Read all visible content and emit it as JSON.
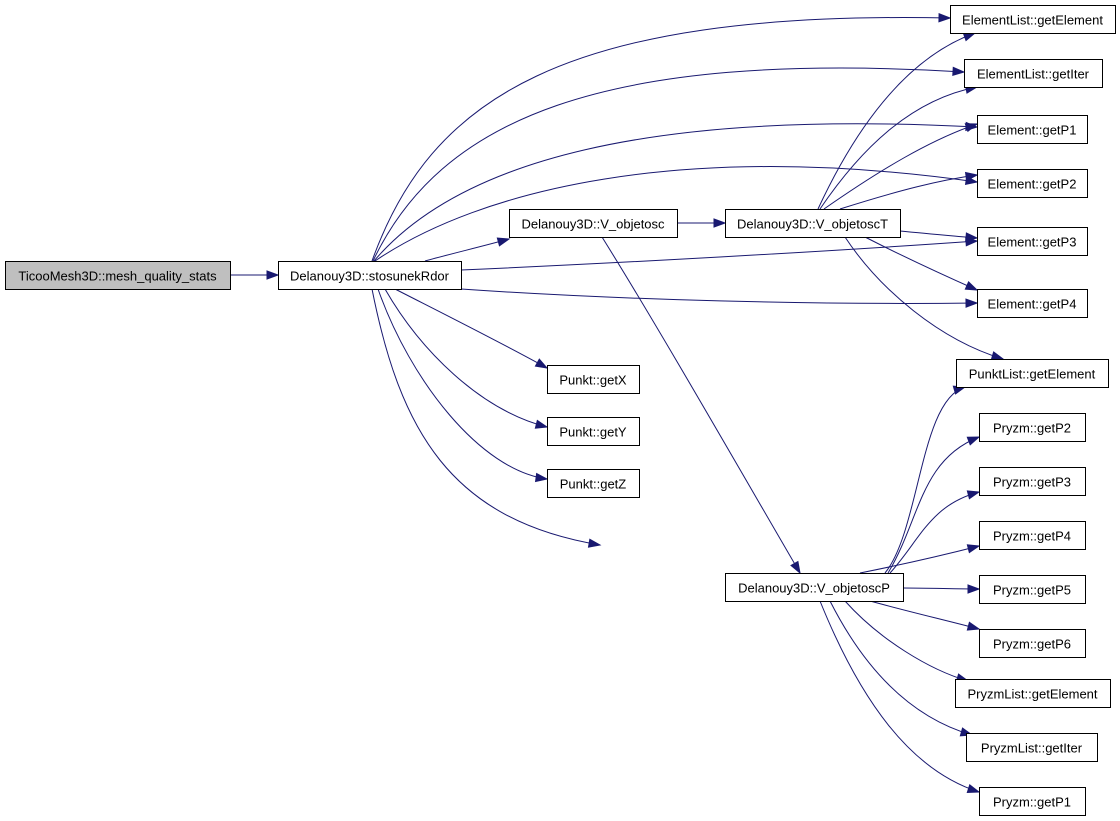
{
  "nodes": {
    "mesh_quality_stats": "TicooMesh3D::mesh_quality_stats",
    "stosunekRdor": "Delanouy3D::stosunekRdor",
    "V_objetosc": "Delanouy3D::V_objetosc",
    "V_objetoscT": "Delanouy3D::V_objetoscT",
    "V_objetoscP": "Delanouy3D::V_objetoscP",
    "EL_getElement": "ElementList::getElement",
    "EL_getIter": "ElementList::getIter",
    "E_getP1": "Element::getP1",
    "E_getP2": "Element::getP2",
    "E_getP3": "Element::getP3",
    "E_getP4": "Element::getP4",
    "PL_getElement": "PunktList::getElement",
    "P_getX": "Punkt::getX",
    "P_getY": "Punkt::getY",
    "P_getZ": "Punkt::getZ",
    "Pr_getP2": "Pryzm::getP2",
    "Pr_getP3": "Pryzm::getP3",
    "Pr_getP4": "Pryzm::getP4",
    "Pr_getP5": "Pryzm::getP5",
    "Pr_getP6": "Pryzm::getP6",
    "PrL_getElement": "PryzmList::getElement",
    "PrL_getIter": "PryzmList::getIter",
    "Pr_getP1": "Pryzm::getP1"
  },
  "root": "mesh_quality_stats",
  "colors": {
    "edge": "#191970",
    "root_fill": "#bfbfbf",
    "node_fill": "#ffffff",
    "node_border": "#000000"
  },
  "edges": [
    [
      "mesh_quality_stats",
      "stosunekRdor"
    ],
    [
      "stosunekRdor",
      "EL_getElement"
    ],
    [
      "stosunekRdor",
      "EL_getIter"
    ],
    [
      "stosunekRdor",
      "E_getP1"
    ],
    [
      "stosunekRdor",
      "E_getP2"
    ],
    [
      "stosunekRdor",
      "V_objetosc"
    ],
    [
      "stosunekRdor",
      "E_getP3"
    ],
    [
      "stosunekRdor",
      "E_getP4"
    ],
    [
      "stosunekRdor",
      "P_getX"
    ],
    [
      "stosunekRdor",
      "P_getY"
    ],
    [
      "stosunekRdor",
      "P_getZ"
    ],
    [
      "stosunekRdor",
      "PL_getElement"
    ],
    [
      "V_objetosc",
      "V_objetoscT"
    ],
    [
      "V_objetosc",
      "V_objetoscP"
    ],
    [
      "V_objetoscT",
      "EL_getElement"
    ],
    [
      "V_objetoscT",
      "EL_getIter"
    ],
    [
      "V_objetoscT",
      "E_getP1"
    ],
    [
      "V_objetoscT",
      "E_getP2"
    ],
    [
      "V_objetoscT",
      "E_getP3"
    ],
    [
      "V_objetoscT",
      "E_getP4"
    ],
    [
      "V_objetoscT",
      "PL_getElement"
    ],
    [
      "V_objetoscP",
      "PL_getElement"
    ],
    [
      "V_objetoscP",
      "Pr_getP2"
    ],
    [
      "V_objetoscP",
      "Pr_getP3"
    ],
    [
      "V_objetoscP",
      "Pr_getP4"
    ],
    [
      "V_objetoscP",
      "Pr_getP5"
    ],
    [
      "V_objetoscP",
      "Pr_getP6"
    ],
    [
      "V_objetoscP",
      "PrL_getElement"
    ],
    [
      "V_objetoscP",
      "PrL_getIter"
    ],
    [
      "V_objetoscP",
      "Pr_getP1"
    ]
  ]
}
